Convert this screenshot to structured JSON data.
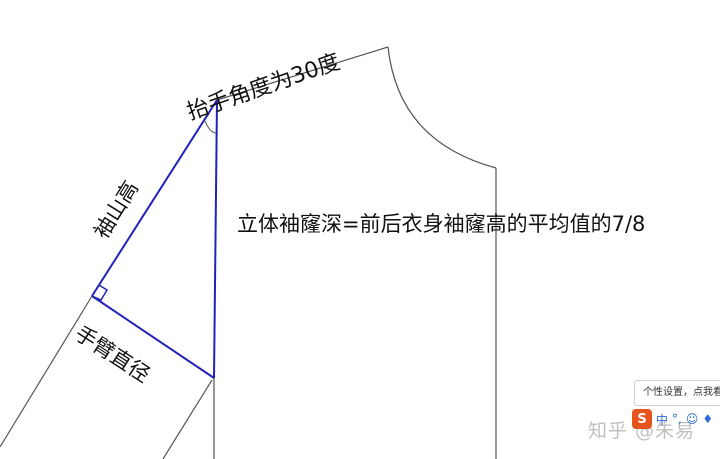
{
  "diagram": {
    "labels": {
      "armhole_angle": "抬手角度为30度",
      "sleeve_cap_height": "袖山高",
      "arm_diameter": "手臂直径",
      "armhole_depth_formula": "立体袖窿深=前后衣身袖窿高的平均值的7/8"
    },
    "colors": {
      "construction_line": "#2222bb",
      "outline": "#555555",
      "text": "#111111"
    }
  },
  "overlay": {
    "tooltip_text": "个性设置，点我看",
    "ime_logo": "S",
    "ime_items": [
      "中",
      "°,",
      "☺",
      "♦"
    ],
    "watermark": "知乎 @朱易"
  }
}
